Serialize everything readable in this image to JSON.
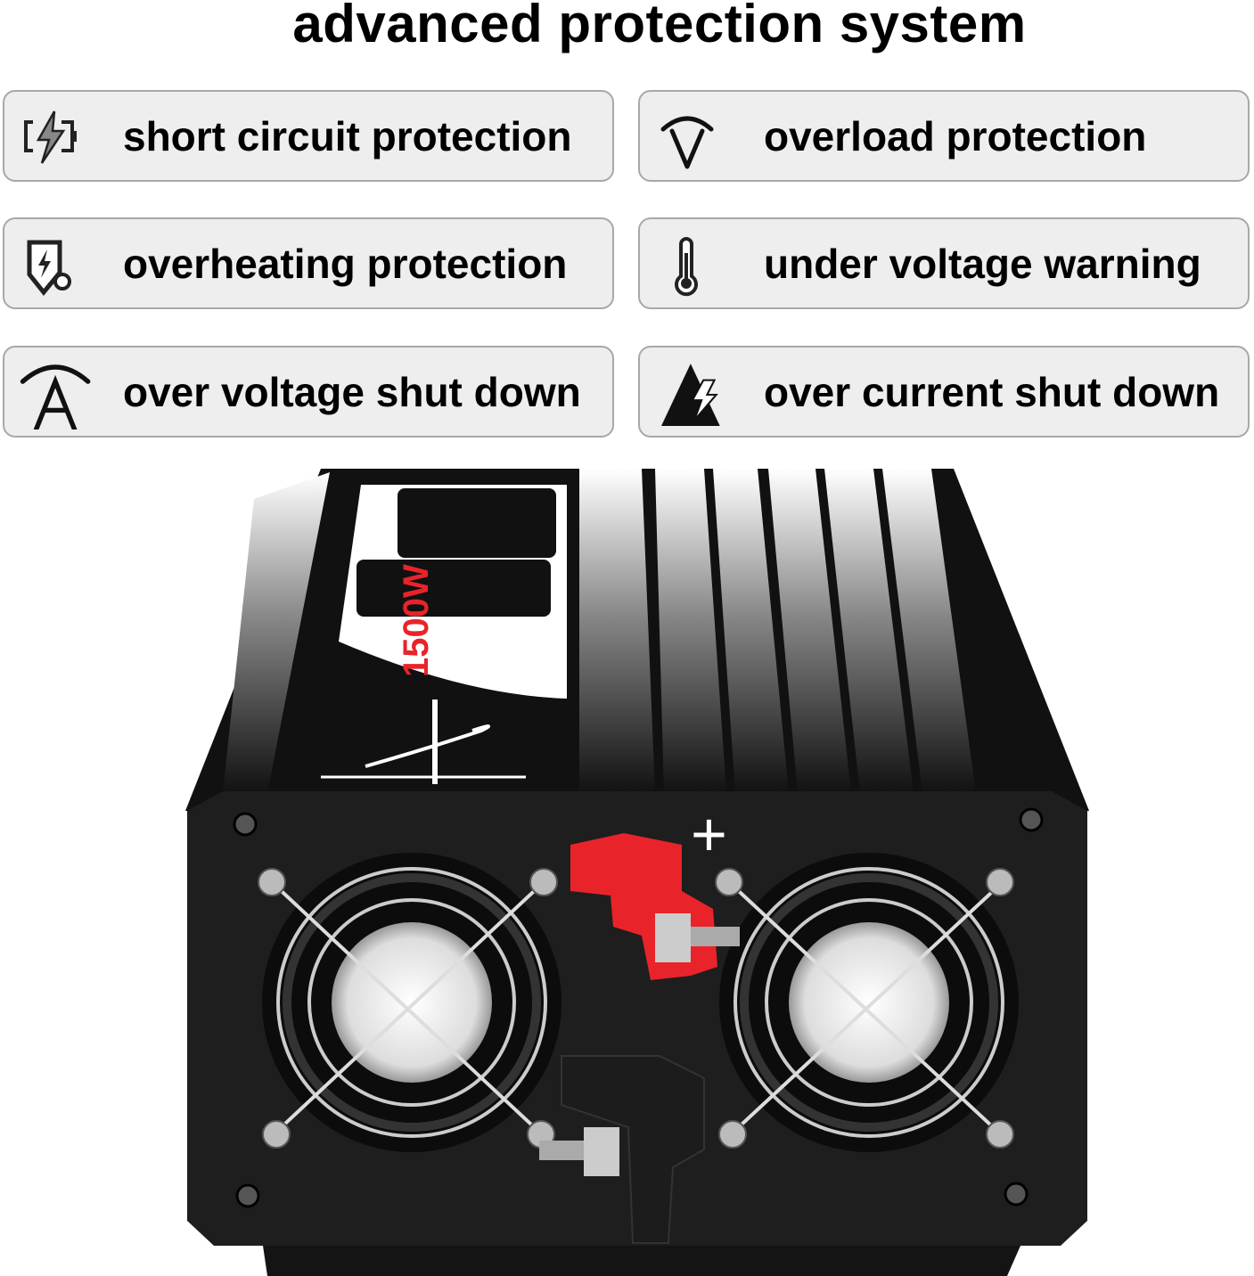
{
  "title": "advanced protection system",
  "features": [
    {
      "label": "short circuit protection",
      "icon": "battery-lightning-icon"
    },
    {
      "label": "overload protection",
      "icon": "overload-v-icon"
    },
    {
      "label": "overheating protection",
      "icon": "shield-lightning-icon"
    },
    {
      "label": "under voltage warning",
      "icon": "thermometer-icon"
    },
    {
      "label": "over voltage shut down",
      "icon": "over-voltage-a-icon"
    },
    {
      "label": "over current shut down",
      "icon": "warning-triangle-lightning-icon"
    }
  ],
  "product": {
    "power_label": "1500W",
    "positive_terminal_sign": "+",
    "colors": {
      "body": "#1a1a1a",
      "positive_terminal": "#e8242a",
      "negative_terminal": "#1c1c1c",
      "card_bg": "#eeeeee"
    }
  }
}
